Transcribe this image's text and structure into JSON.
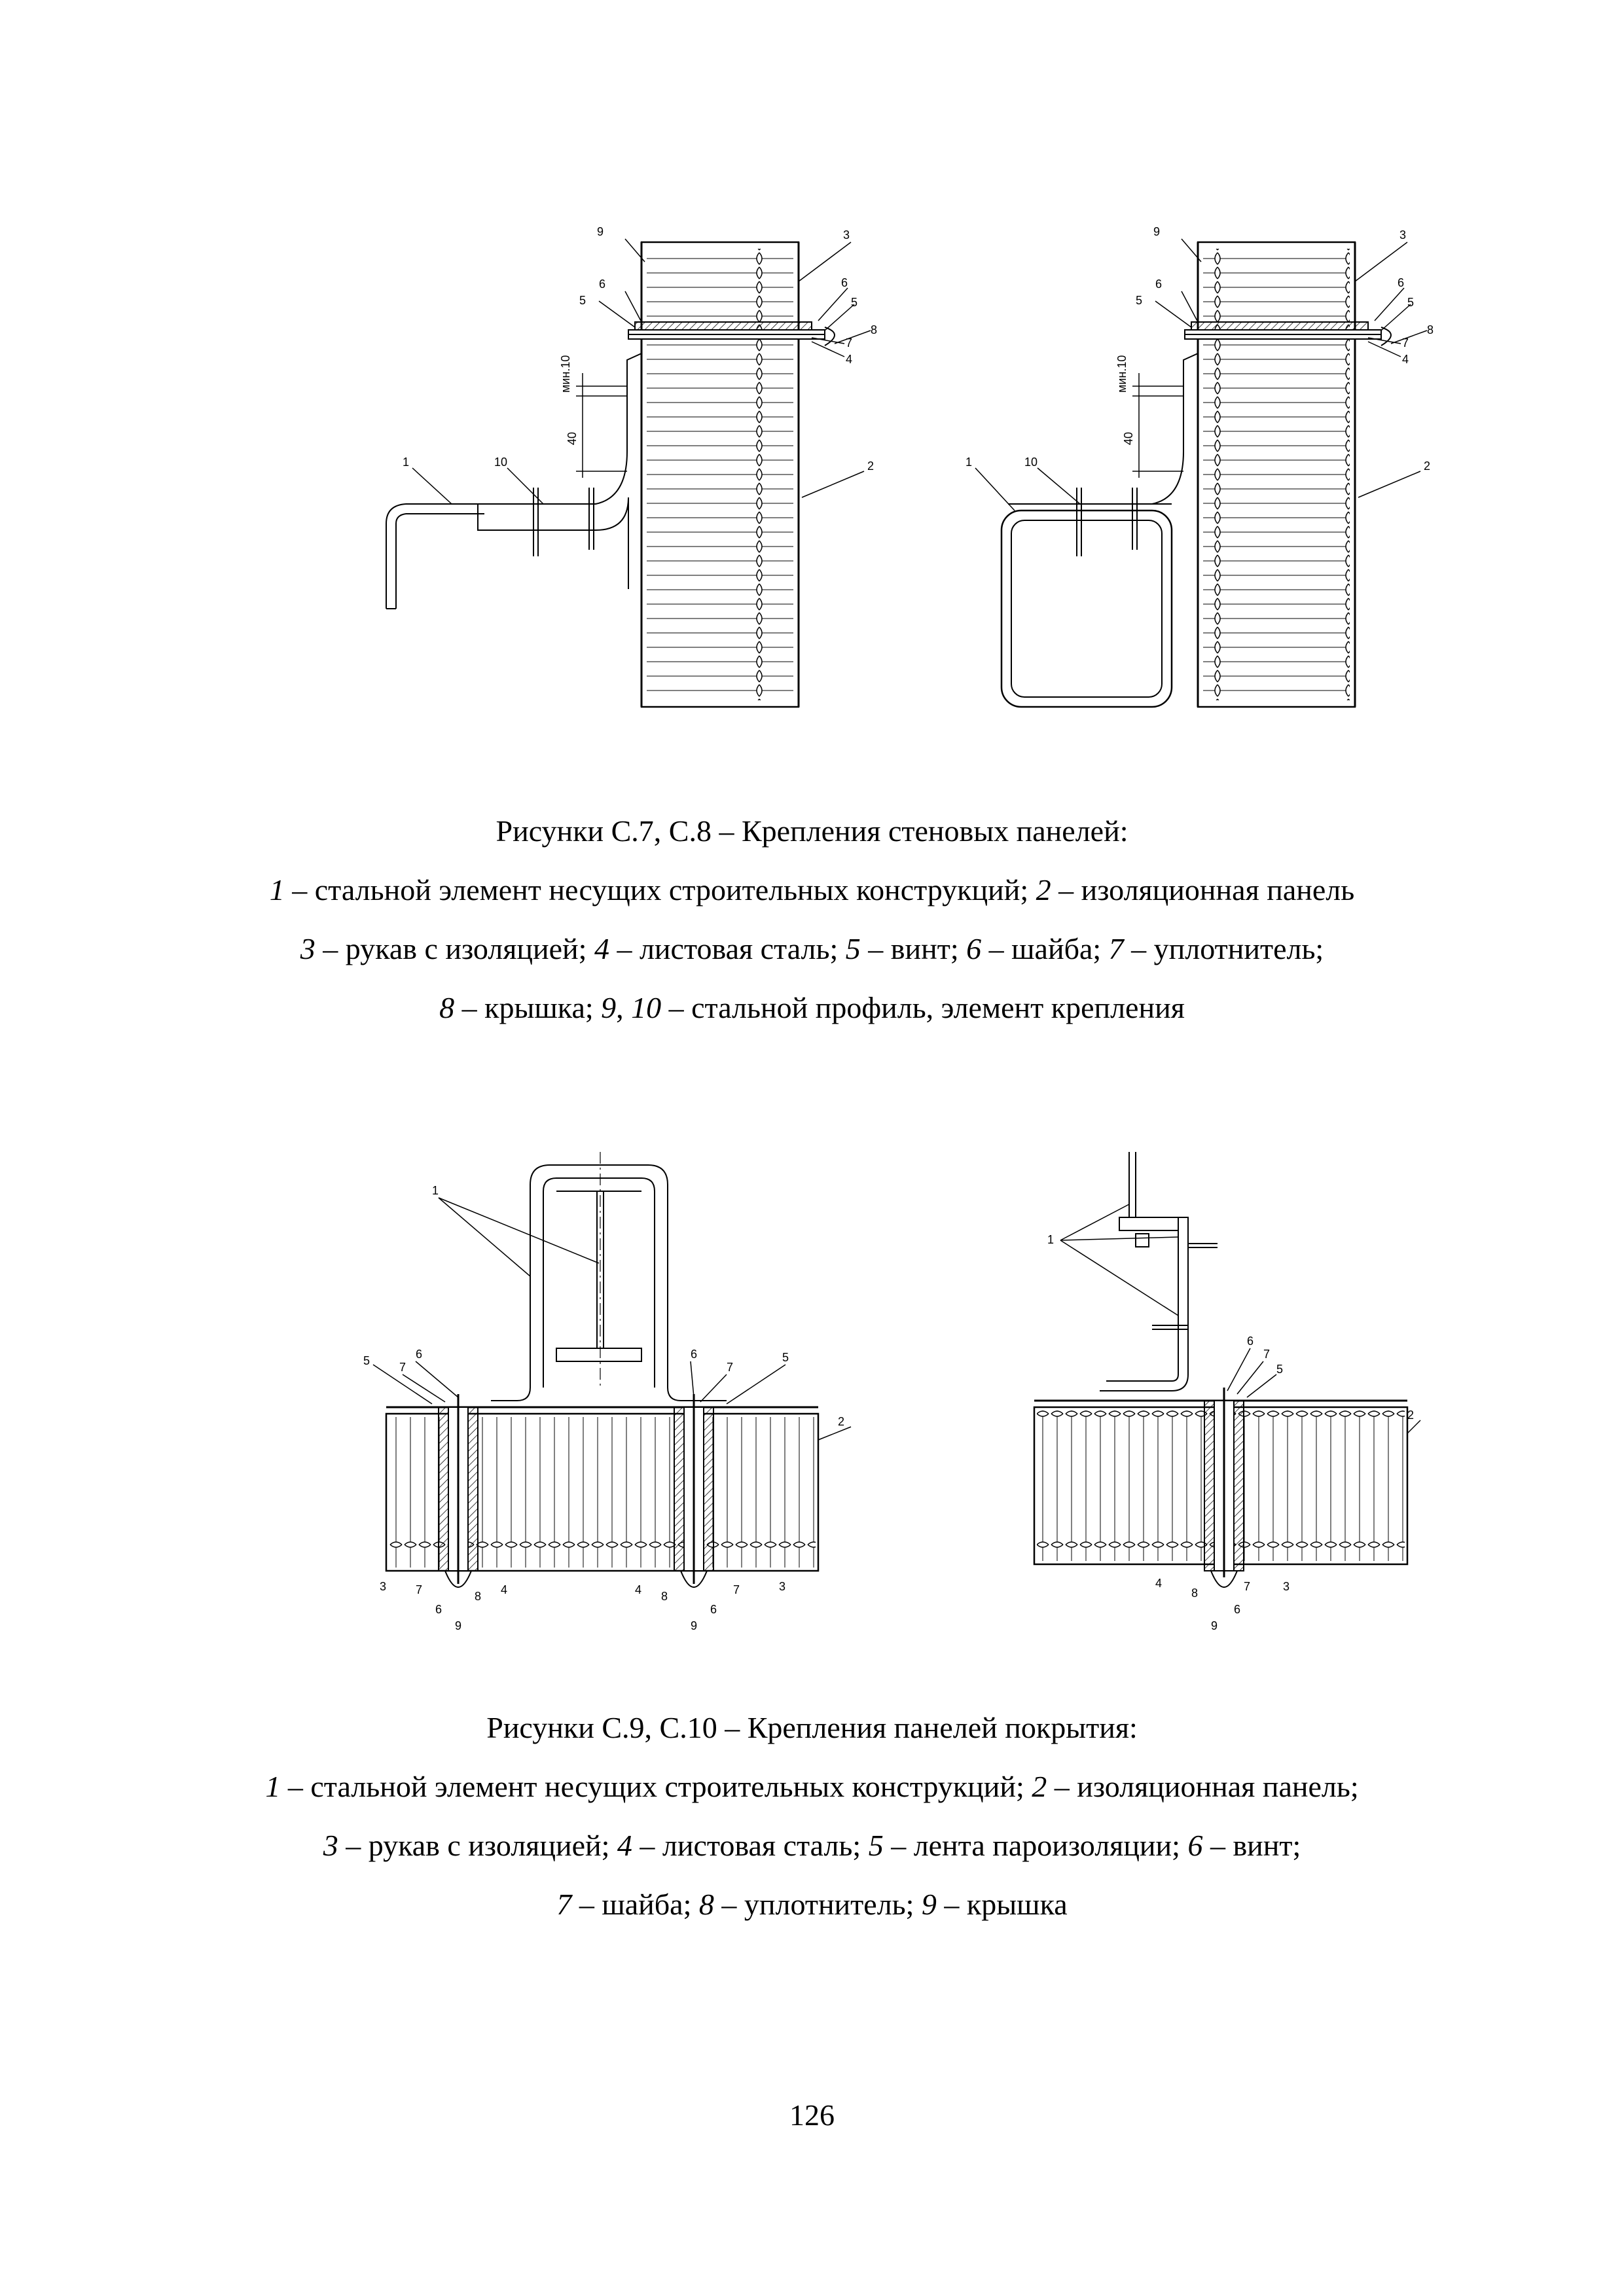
{
  "figures": {
    "top": {
      "left_drawing": {
        "callouts": {
          "c9": "9",
          "c6": "6",
          "c5": "5",
          "c3": "3",
          "c6b": "6",
          "c5b": "5",
          "c8": "8",
          "c7": "7",
          "c4": "4",
          "c2": "2",
          "c1": "1",
          "c10": "10"
        },
        "dims": {
          "min10": "мин.10",
          "d40": "40"
        }
      },
      "right_drawing": {
        "callouts": {
          "c9": "9",
          "c6": "6",
          "c5": "5",
          "c3": "3",
          "c6b": "6",
          "c5b": "5",
          "c8": "8",
          "c7": "7",
          "c4": "4",
          "c2": "2",
          "c1": "1",
          "c10": "10"
        },
        "dims": {
          "min10": "мин.10",
          "d40": "40"
        }
      },
      "caption": {
        "title": "Рисунки С.7, С.8 – Крепления стеновых панелей:",
        "line2": [
          {
            "num": "1",
            "text": " – стальной элемент несущих строительных конструкций; "
          },
          {
            "num": "2",
            "text": " – изоляционная панель"
          }
        ],
        "line3": [
          {
            "num": "3",
            "text": " – рукав с изоляцией; "
          },
          {
            "num": "4",
            "text": " – листовая сталь; "
          },
          {
            "num": "5",
            "text": " – винт; "
          },
          {
            "num": "6",
            "text": " – шайба; "
          },
          {
            "num": "7",
            "text": " – уплотнитель;"
          }
        ],
        "line4": [
          {
            "num": "8",
            "text": " – крышка; "
          },
          {
            "num": "9",
            "text": ", "
          },
          {
            "num": "10",
            "text": " – стальной профиль, элемент крепления"
          }
        ]
      }
    },
    "bottom": {
      "left_drawing": {
        "callouts": {
          "c1": "1",
          "c5l": "5",
          "c7l": "7",
          "c6l": "6",
          "c6r": "6",
          "c7r": "7",
          "c5r": "5",
          "c2": "2",
          "c3l": "3",
          "c7bl": "7",
          "c6bl": "6",
          "c9l": "9",
          "c8l": "8",
          "c4l": "4",
          "c4r": "4",
          "c8r": "8",
          "c9r": "9",
          "c6br": "6",
          "c7br": "7",
          "c3r": "3"
        }
      },
      "right_drawing": {
        "callouts": {
          "c1": "1",
          "c6": "6",
          "c7": "7",
          "c5": "5",
          "c2": "2",
          "c4": "4",
          "c8": "8",
          "c7b": "7",
          "c3": "3",
          "c9": "9",
          "c6b": "6"
        }
      },
      "caption": {
        "title": "Рисунки С.9, С.10 – Крепления панелей покрытия:",
        "line2": [
          {
            "num": "1",
            "text": " – стальной элемент несущих строительных конструкций; "
          },
          {
            "num": "2",
            "text": " – изоляционная панель;"
          }
        ],
        "line3": [
          {
            "num": "3",
            "text": " – рукав с изоляцией; "
          },
          {
            "num": "4",
            "text": " – листовая сталь; "
          },
          {
            "num": "5",
            "text": " – лента пароизоляции; "
          },
          {
            "num": "6",
            "text": " – винт;"
          }
        ],
        "line4": [
          {
            "num": "7",
            "text": " – шайба; "
          },
          {
            "num": "8",
            "text": " – уплотнитель; "
          },
          {
            "num": "9",
            "text": " – крышка"
          }
        ]
      }
    }
  },
  "page_number": "126"
}
